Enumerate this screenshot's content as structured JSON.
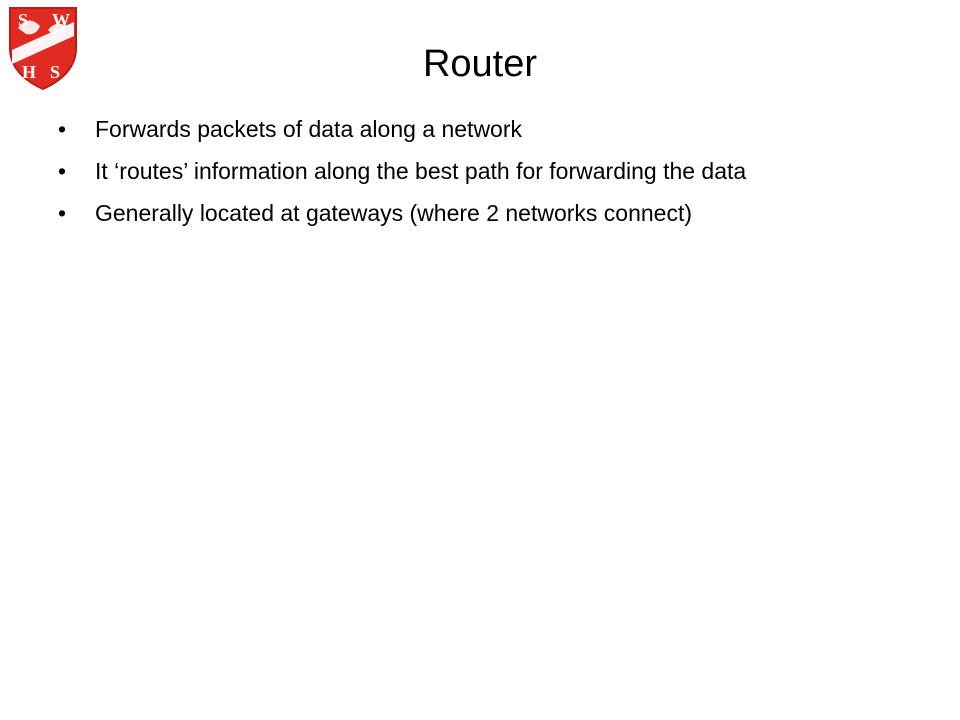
{
  "logo": {
    "letters": [
      "S",
      "W",
      "H",
      "S"
    ],
    "shield_color": "#e12a22",
    "band_color": "#ffffff"
  },
  "slide": {
    "title": "Router",
    "bullet_glyph": "•",
    "bullets": [
      "Forwards packets of data along a network",
      "It ‘routes’ information along the best path for forwarding the data",
      "Generally located at gateways (where 2 networks connect)"
    ]
  }
}
